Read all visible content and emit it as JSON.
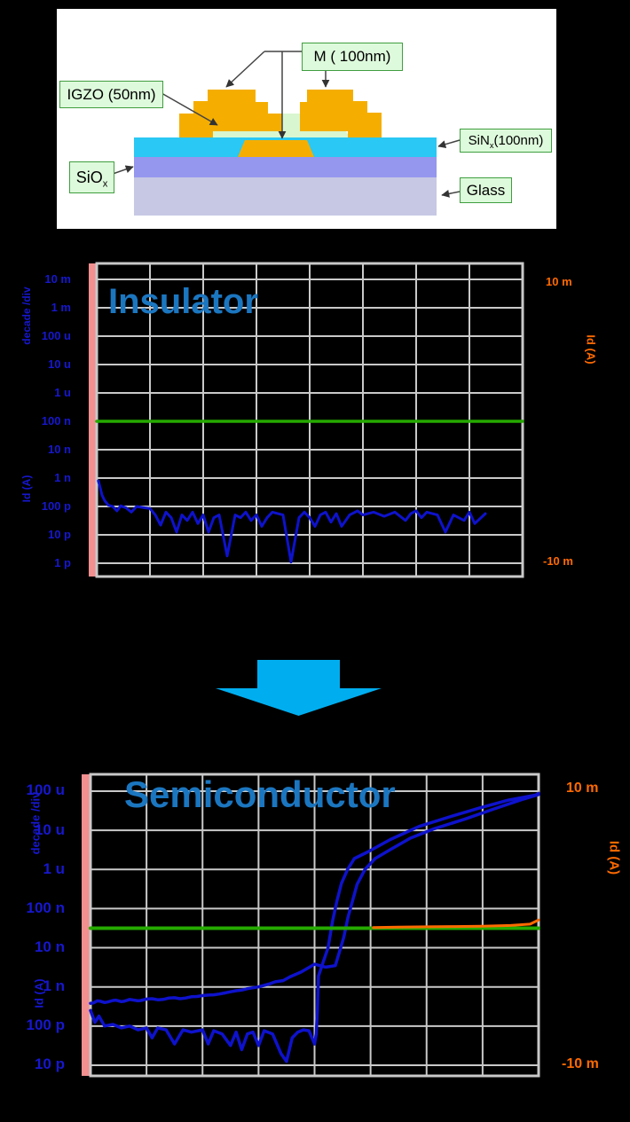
{
  "slide": {
    "background_color": "#000000"
  },
  "device_diagram": {
    "description": "IGZO thin-film transistor cross-section",
    "labels": {
      "metal": "M ( 100nm)",
      "igzo": "IGZO (50nm)",
      "sinx_base": "SiN",
      "sinx_sub": "x",
      "sinx_rest": "(100nm)",
      "siox_base": "SiO",
      "siox_sub": "x",
      "glass": "Glass"
    },
    "colors": {
      "metal": "#f5ae00",
      "igzo_film": "#d8f6d0",
      "sinx_film": "#2ac8f4",
      "siox_film": "#9597ee",
      "glass_substrate": "#c7c8e4",
      "label_box_fill": "#defadc",
      "label_box_border": "#3f9e3f"
    }
  },
  "arrow": {
    "direction": "down",
    "color": "#00aeef"
  },
  "chart_data": [
    {
      "type": "line",
      "name": "insulator-measurement",
      "title": "Insulator",
      "title_color": "#1b76c0",
      "left_axis": {
        "label_top": "decade /div",
        "label_bottom": "Id (A)",
        "scale": "log",
        "ticks": [
          "10 m",
          "1 m",
          "100 u",
          "10 u",
          "1 u",
          "100 n",
          "10 n",
          "1 n",
          "100 p",
          "10 p",
          "1 p"
        ],
        "range_amps": [
          1e-12,
          0.01
        ]
      },
      "right_axis": {
        "label": "Id (A)",
        "scale": "linear",
        "tick_top": "10 m",
        "tick_bottom": "-10 m",
        "range_amps": [
          -0.01,
          0.01
        ]
      },
      "x_axis": {
        "divisions": 8,
        "tick_labels_visible": false
      },
      "grid": true,
      "series": [
        {
          "name": "Id log-scale noise floor",
          "color": "#0e12cc",
          "width": 3,
          "axis": "left_log",
          "points": [
            [
              0.03,
              8e-10
            ],
            [
              0.06,
              5e-10
            ],
            [
              0.1,
              2.5e-10
            ],
            [
              0.15,
              1.6e-10
            ],
            [
              0.22,
              1.1e-10
            ],
            [
              0.3,
              1e-10
            ],
            [
              0.38,
              7e-11
            ],
            [
              0.45,
              1.05e-10
            ],
            [
              0.55,
              9e-11
            ],
            [
              0.65,
              6.3e-11
            ],
            [
              0.75,
              1e-10
            ],
            [
              0.9,
              9e-11
            ],
            [
              1.0,
              8.5e-11
            ],
            [
              1.1,
              5e-11
            ],
            [
              1.2,
              2.2e-11
            ],
            [
              1.3,
              6.3e-11
            ],
            [
              1.4,
              4e-11
            ],
            [
              1.5,
              1.25e-11
            ],
            [
              1.6,
              5e-11
            ],
            [
              1.7,
              3.2e-11
            ],
            [
              1.8,
              6.3e-11
            ],
            [
              1.9,
              2.5e-11
            ],
            [
              2.0,
              5e-11
            ],
            [
              2.1,
              1.25e-11
            ],
            [
              2.2,
              4e-11
            ],
            [
              2.3,
              5e-11
            ],
            [
              2.45,
              1.8e-12
            ],
            [
              2.6,
              5e-11
            ],
            [
              2.7,
              4e-11
            ],
            [
              2.8,
              6.3e-11
            ],
            [
              2.9,
              3.2e-11
            ],
            [
              3.0,
              5e-11
            ],
            [
              3.1,
              2e-11
            ],
            [
              3.2,
              4e-11
            ],
            [
              3.3,
              6.3e-11
            ],
            [
              3.5,
              5e-11
            ],
            [
              3.65,
              1.1e-12
            ],
            [
              3.8,
              4e-11
            ],
            [
              3.9,
              6.3e-11
            ],
            [
              4.0,
              4e-11
            ],
            [
              4.1,
              2e-11
            ],
            [
              4.2,
              5e-11
            ],
            [
              4.3,
              6.3e-11
            ],
            [
              4.4,
              2.8e-11
            ],
            [
              4.5,
              5.6e-11
            ],
            [
              4.6,
              2e-11
            ],
            [
              4.75,
              5e-11
            ],
            [
              4.9,
              7e-11
            ],
            [
              5.0,
              5e-11
            ],
            [
              5.2,
              6.3e-11
            ],
            [
              5.4,
              4.5e-11
            ],
            [
              5.6,
              6.3e-11
            ],
            [
              5.8,
              3.2e-11
            ],
            [
              5.9,
              5.6e-11
            ],
            [
              6.0,
              7e-11
            ],
            [
              6.1,
              4e-11
            ],
            [
              6.2,
              6.3e-11
            ],
            [
              6.4,
              5e-11
            ],
            [
              6.55,
              1.25e-11
            ],
            [
              6.7,
              5e-11
            ],
            [
              6.9,
              3.2e-11
            ],
            [
              7.0,
              6.3e-11
            ],
            [
              7.1,
              2.5e-11
            ],
            [
              7.3,
              5.6e-11
            ]
          ]
        },
        {
          "name": "zero level line (right linear axis)",
          "color": "#25a900",
          "width": 3.5,
          "axis": "right_linear",
          "points": [
            [
              0,
              0
            ],
            [
              8,
              0
            ]
          ]
        }
      ]
    },
    {
      "type": "line",
      "name": "semiconductor-measurement",
      "title": "Semiconductor",
      "title_color": "#1b76c0",
      "left_axis": {
        "label_top": "decade /div",
        "label_bottom": "Id (A)",
        "scale": "log",
        "ticks": [
          "100 u",
          "10 u",
          "1 u",
          "100 n",
          "10 n",
          "1 n",
          "100 p",
          "10 p"
        ],
        "range_amps": [
          1e-11,
          0.0001
        ]
      },
      "right_axis": {
        "label": "Id (A)",
        "scale": "linear",
        "tick_top": "10 m",
        "tick_bottom": "-10 m",
        "range_amps": [
          -0.01,
          0.01
        ]
      },
      "x_axis": {
        "divisions": 8,
        "tick_labels_visible": false
      },
      "grid": true,
      "series": [
        {
          "name": "Id forward sweep (log, off-noise then turn-on)",
          "color": "#0e12cc",
          "width": 3.5,
          "axis": "left_log",
          "points": [
            [
              0,
              2.5e-10
            ],
            [
              0.08,
              1.25e-10
            ],
            [
              0.15,
              1.8e-10
            ],
            [
              0.25,
              1e-10
            ],
            [
              0.4,
              1.1e-10
            ],
            [
              0.55,
              9e-11
            ],
            [
              0.7,
              1e-10
            ],
            [
              0.85,
              8e-11
            ],
            [
              1.0,
              9e-11
            ],
            [
              1.1,
              5e-11
            ],
            [
              1.2,
              9e-11
            ],
            [
              1.35,
              8e-11
            ],
            [
              1.5,
              3.5e-11
            ],
            [
              1.65,
              8e-11
            ],
            [
              1.8,
              7e-11
            ],
            [
              2.0,
              8e-11
            ],
            [
              2.1,
              3.5e-11
            ],
            [
              2.2,
              7.6e-11
            ],
            [
              2.35,
              6.3e-11
            ],
            [
              2.5,
              3.2e-11
            ],
            [
              2.6,
              7e-11
            ],
            [
              2.7,
              2.5e-11
            ],
            [
              2.8,
              6.3e-11
            ],
            [
              2.9,
              7e-11
            ],
            [
              3.0,
              3.2e-11
            ],
            [
              3.1,
              7.6e-11
            ],
            [
              3.25,
              6.3e-11
            ],
            [
              3.4,
              2e-11
            ],
            [
              3.5,
              1.25e-11
            ],
            [
              3.6,
              5e-11
            ],
            [
              3.7,
              7e-11
            ],
            [
              3.8,
              8e-11
            ],
            [
              3.9,
              7.6e-11
            ],
            [
              4.0,
              3.5e-11
            ],
            [
              4.03,
              6.3e-11
            ],
            [
              4.05,
              2.5e-10
            ],
            [
              4.07,
              1.9e-09
            ],
            [
              4.24,
              1e-08
            ],
            [
              4.32,
              4.7e-08
            ],
            [
              4.4,
              1.6e-07
            ],
            [
              4.48,
              4.4e-07
            ],
            [
              4.59,
              1e-06
            ],
            [
              4.71,
              1.9e-06
            ],
            [
              4.95,
              2.8e-06
            ],
            [
              5.35,
              5.8e-06
            ],
            [
              5.87,
              1.26e-05
            ],
            [
              6.41,
              2.2e-05
            ],
            [
              6.94,
              3.7e-05
            ],
            [
              7.46,
              5.9e-05
            ],
            [
              7.94,
              7.9e-05
            ],
            [
              8.0,
              8.8e-05
            ]
          ]
        },
        {
          "name": "Id reverse sweep (log, hysteresis branch)",
          "color": "#0e12cc",
          "width": 3.5,
          "axis": "left_log",
          "points": [
            [
              8.0,
              8.2e-05
            ],
            [
              7.73,
              6.3e-05
            ],
            [
              7.2,
              3.5e-05
            ],
            [
              6.67,
              1.9e-05
            ],
            [
              6.14,
              1.1e-05
            ],
            [
              5.71,
              6.3e-06
            ],
            [
              5.35,
              3.2e-06
            ],
            [
              5.08,
              1.9e-06
            ],
            [
              4.9,
              1e-06
            ],
            [
              4.76,
              4.2e-07
            ],
            [
              4.68,
              1.6e-07
            ],
            [
              4.6,
              6.3e-08
            ],
            [
              4.52,
              1.8e-08
            ],
            [
              4.37,
              3.5e-09
            ],
            [
              4.2,
              3.2e-09
            ],
            [
              4.0,
              3.8e-09
            ],
            [
              3.76,
              2.4e-09
            ],
            [
              3.56,
              1.8e-09
            ],
            [
              3.44,
              1.45e-09
            ],
            [
              3.3,
              1.35e-09
            ],
            [
              3.2,
              1.2e-09
            ],
            [
              3.05,
              1.05e-09
            ],
            [
              3.0,
              1e-09
            ],
            [
              2.9,
              9.5e-10
            ],
            [
              2.8,
              9e-10
            ],
            [
              2.7,
              8.3e-10
            ],
            [
              2.6,
              8e-10
            ],
            [
              2.5,
              7.5e-10
            ],
            [
              2.4,
              7e-10
            ],
            [
              2.3,
              6.6e-10
            ],
            [
              2.2,
              6.3e-10
            ],
            [
              2.1,
              6.2e-10
            ],
            [
              2.0,
              6e-10
            ],
            [
              1.9,
              5.7e-10
            ],
            [
              1.8,
              5.6e-10
            ],
            [
              1.7,
              5.2e-10
            ],
            [
              1.6,
              5e-10
            ],
            [
              1.5,
              5.3e-10
            ],
            [
              1.4,
              5.2e-10
            ],
            [
              1.3,
              4.8e-10
            ],
            [
              1.2,
              4.7e-10
            ],
            [
              1.1,
              5e-10
            ],
            [
              1.0,
              4.9e-10
            ],
            [
              0.9,
              4.5e-10
            ],
            [
              0.85,
              4.4e-10
            ],
            [
              0.7,
              4.8e-10
            ],
            [
              0.6,
              4.3e-10
            ],
            [
              0.55,
              4.2e-10
            ],
            [
              0.45,
              4.6e-10
            ],
            [
              0.4,
              4.5e-10
            ],
            [
              0.3,
              4.1e-10
            ],
            [
              0.25,
              4e-10
            ],
            [
              0.18,
              4.3e-10
            ],
            [
              0.12,
              4.4e-10
            ],
            [
              0.05,
              3.9e-10
            ],
            [
              0,
              3.8e-10
            ]
          ]
        },
        {
          "name": "zero level line (right linear axis)",
          "color": "#25a900",
          "width": 4,
          "axis": "right_linear",
          "points": [
            [
              0,
              0
            ],
            [
              8,
              0
            ]
          ]
        },
        {
          "name": "Id linear scale (right axis)",
          "color": "#ff6a00",
          "width": 3,
          "axis": "right_linear",
          "points": [
            [
              5.05,
              5e-05
            ],
            [
              5.5,
              8e-05
            ],
            [
              6.0,
              0.0001
            ],
            [
              6.5,
              0.00012
            ],
            [
              7.0,
              0.00015
            ],
            [
              7.5,
              0.0002
            ],
            [
              7.85,
              0.0003
            ],
            [
              8.0,
              0.0006
            ]
          ]
        }
      ]
    }
  ]
}
